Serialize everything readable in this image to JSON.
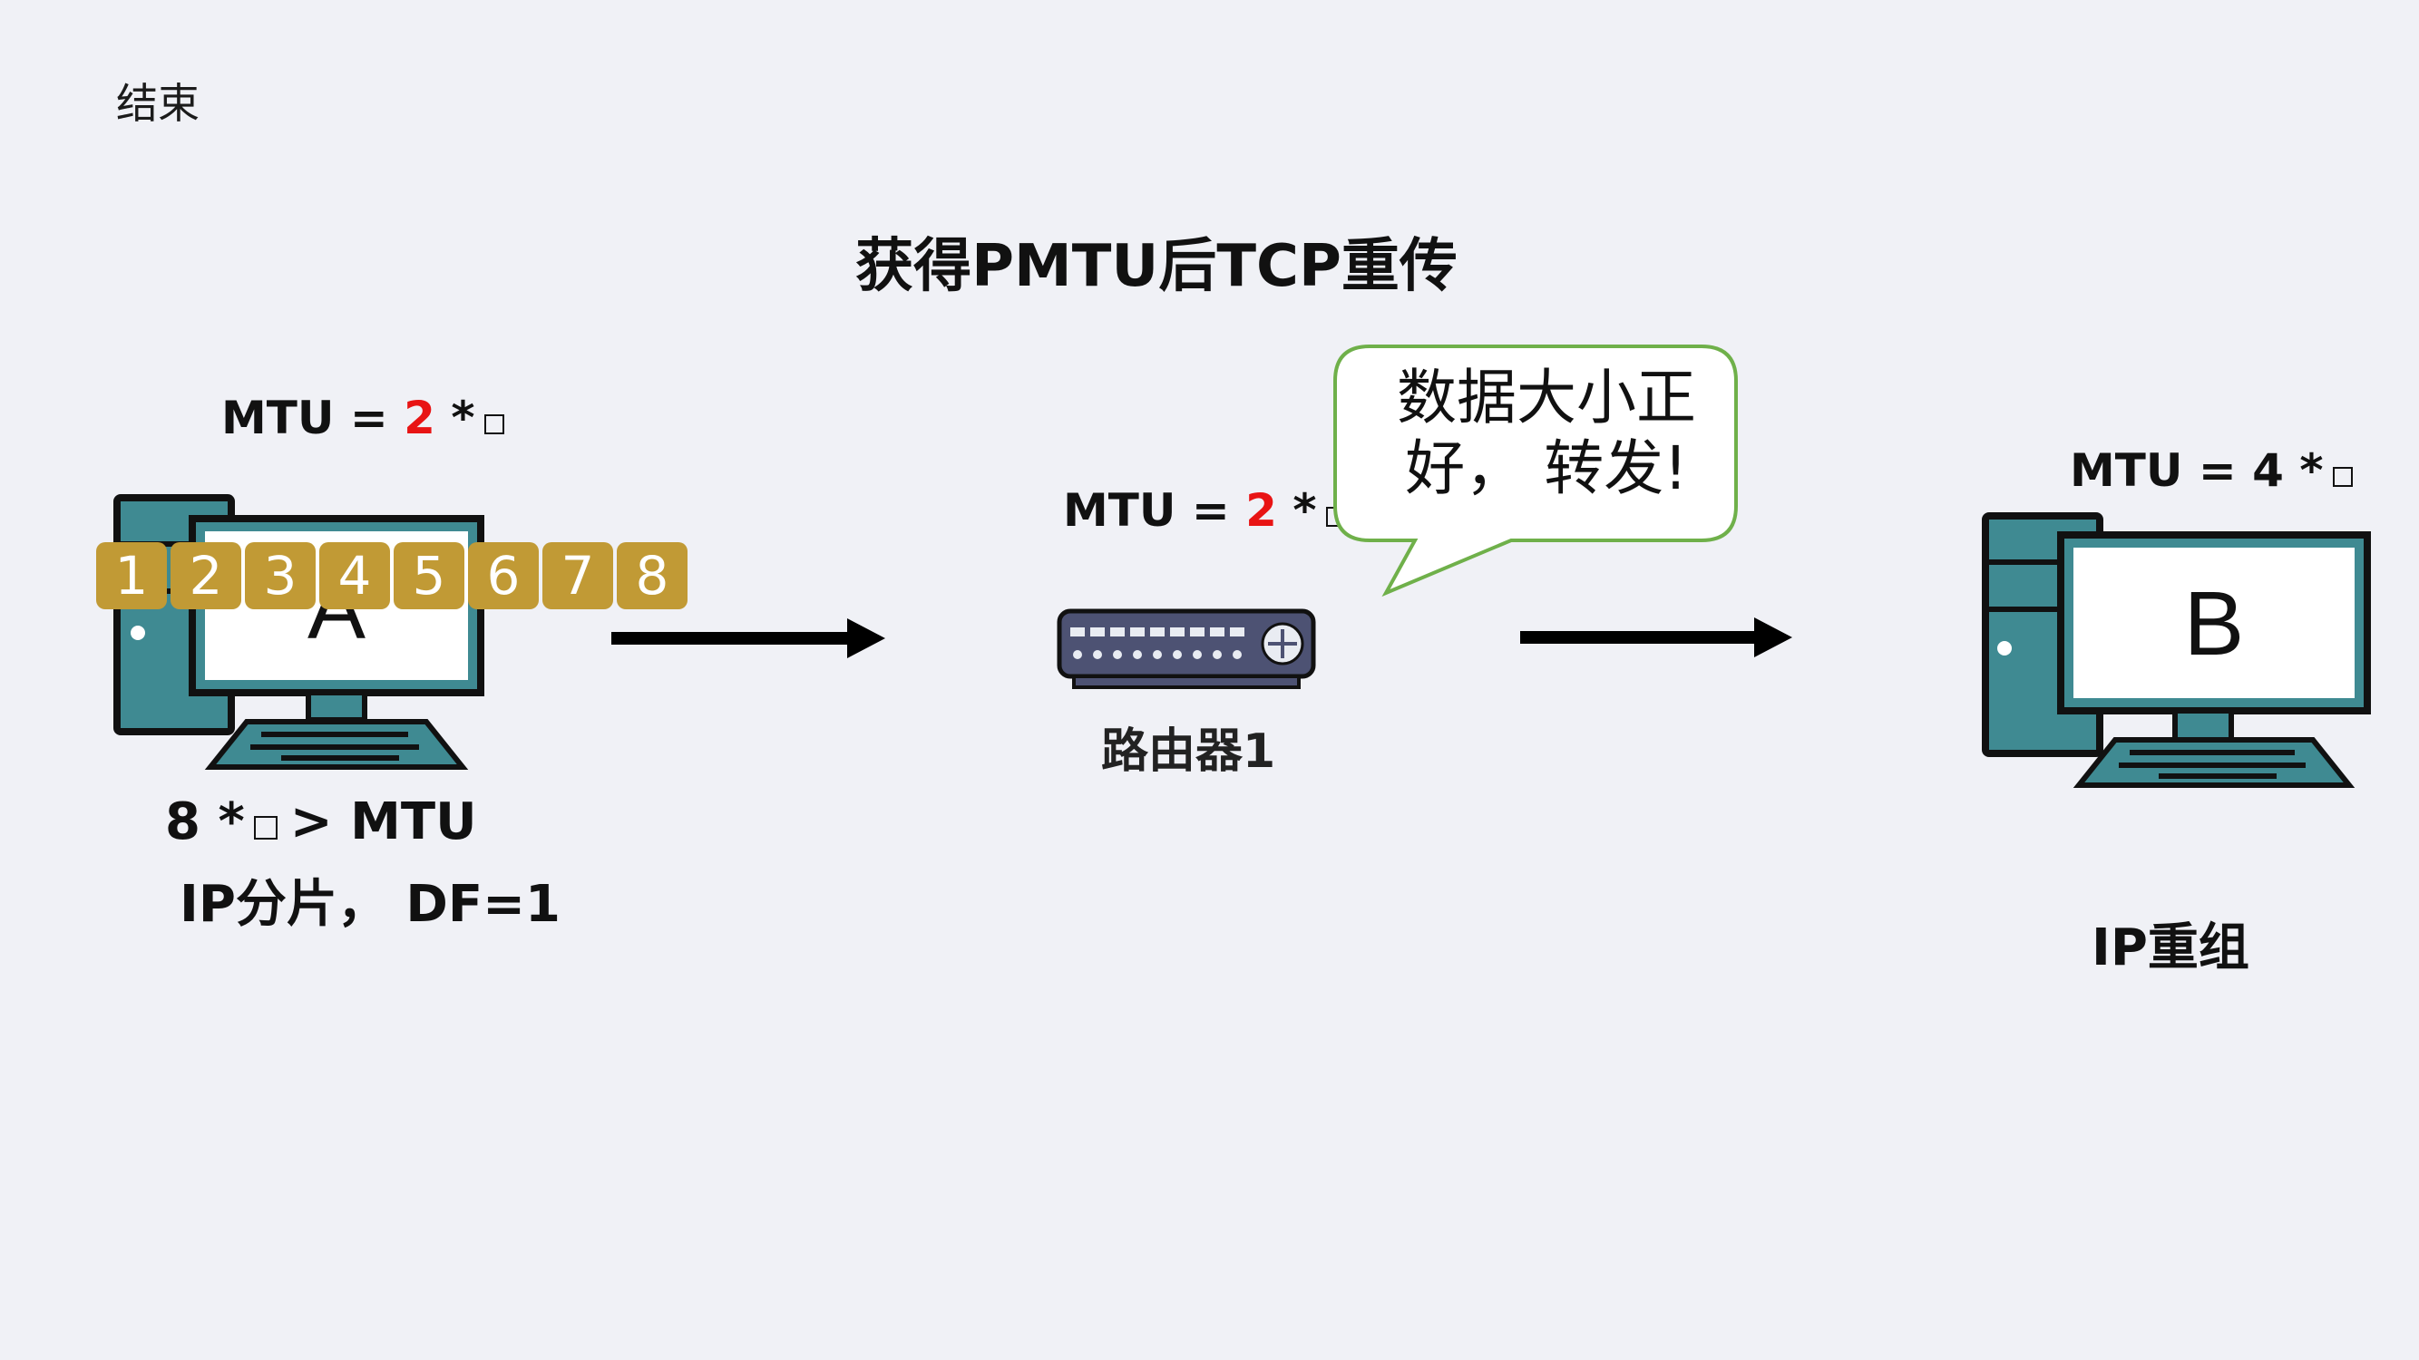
{
  "nav": {
    "end_label": "结束"
  },
  "title": "获得PMTU后TCP重传",
  "host_a": {
    "screen_letter": "A",
    "mtu_prefix": "MTU = ",
    "mtu_value": "2",
    "mtu_suffix": " *",
    "packets": [
      "1",
      "2",
      "3",
      "4",
      "5",
      "6",
      "7",
      "8"
    ],
    "note_line1": "8 *",
    "note_line1_tail": "> MTU",
    "note_line2": "IP分片， DF=1"
  },
  "router": {
    "mtu_prefix": "MTU = ",
    "mtu_value": "2",
    "mtu_suffix": " *",
    "label": "路由器1",
    "bubble_line1": "数据大小正",
    "bubble_line2": "好，  转发!"
  },
  "host_b": {
    "screen_letter": "B",
    "mtu_text": "MTU = 4 *",
    "note": "IP重组"
  },
  "colors": {
    "background": "#f0f1f6",
    "computer_teal": "#3f8a92",
    "packet_gold": "#c19a35",
    "router_blue": "#4d5273",
    "bubble_border": "#6fb04a",
    "highlight_red": "#e81414"
  }
}
